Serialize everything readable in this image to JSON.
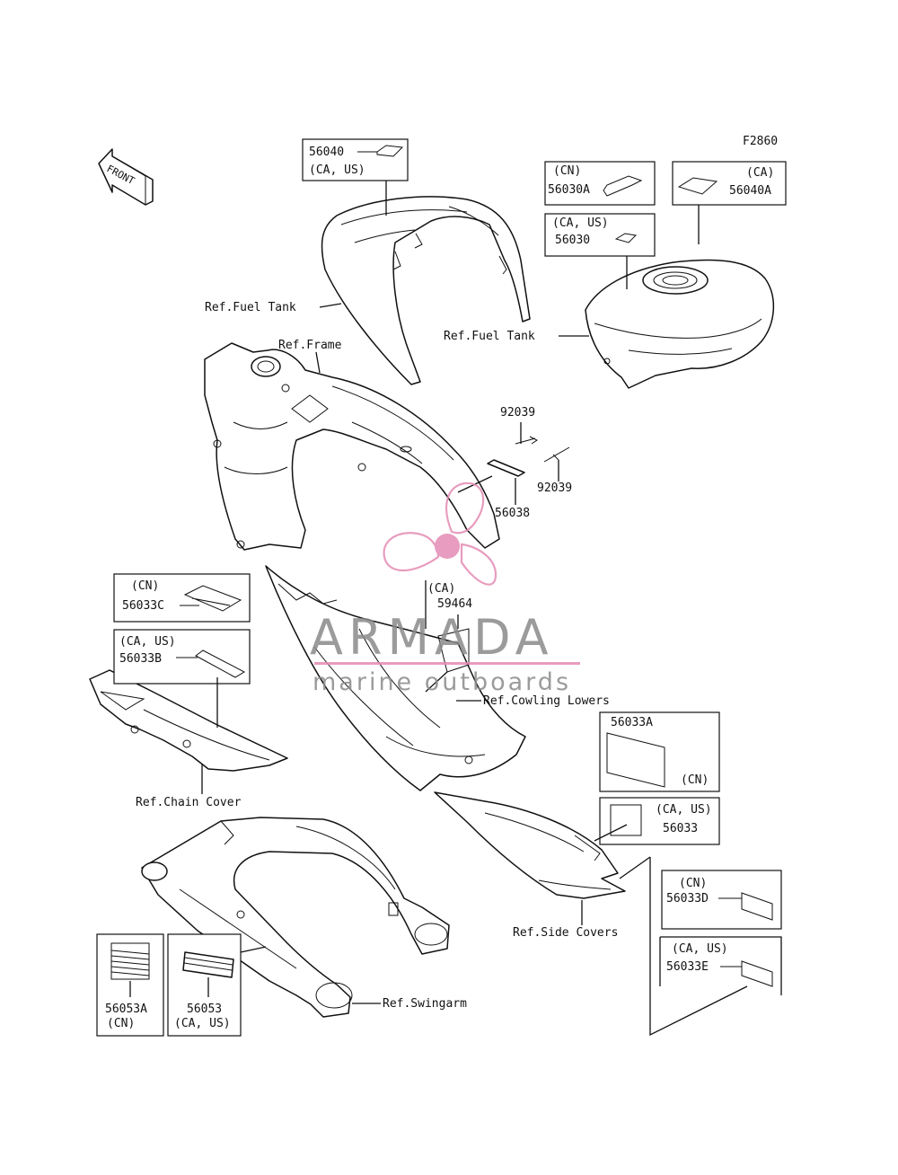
{
  "figure_code": "F2860",
  "front_arrow": "FRONT",
  "watermark": {
    "title": "ARMADA",
    "subtitle": "marine outboards",
    "color": "#e48bb4"
  },
  "refs": {
    "fuel_tank_left": "Ref.Fuel Tank",
    "fuel_tank_right": "Ref.Fuel Tank",
    "frame": "Ref.Frame",
    "cowling_lowers": "Ref.Cowling Lowers",
    "chain_cover": "Ref.Chain Cover",
    "side_covers": "Ref.Side Covers",
    "swingarm": "Ref.Swingarm"
  },
  "parts": {
    "p56040": {
      "number": "56040",
      "region": "(CA, US)"
    },
    "p56030A": {
      "number": "56030A",
      "region": "(CN)"
    },
    "p56040A": {
      "number": "56040A",
      "region": "(CA)"
    },
    "p56030": {
      "number": "56030",
      "region": "(CA, US)"
    },
    "p92039_top": {
      "number": "92039"
    },
    "p92039_bottom": {
      "number": "92039"
    },
    "p56038": {
      "number": "56038"
    },
    "p59464": {
      "number": "59464",
      "region": "(CA)"
    },
    "p56033C": {
      "number": "56033C",
      "region": "(CN)"
    },
    "p56033B": {
      "number": "56033B",
      "region": "(CA, US)"
    },
    "p56033A": {
      "number": "56033A",
      "region": "(CN)"
    },
    "p56033": {
      "number": "56033",
      "region": "(CA, US)"
    },
    "p56033D": {
      "number": "56033D",
      "region": "(CN)"
    },
    "p56033E": {
      "number": "56033E",
      "region": "(CA, US)"
    },
    "p56053A": {
      "number": "56053A",
      "region": "(CN)"
    },
    "p56053": {
      "number": "56053",
      "region": "(CA, US)"
    }
  }
}
